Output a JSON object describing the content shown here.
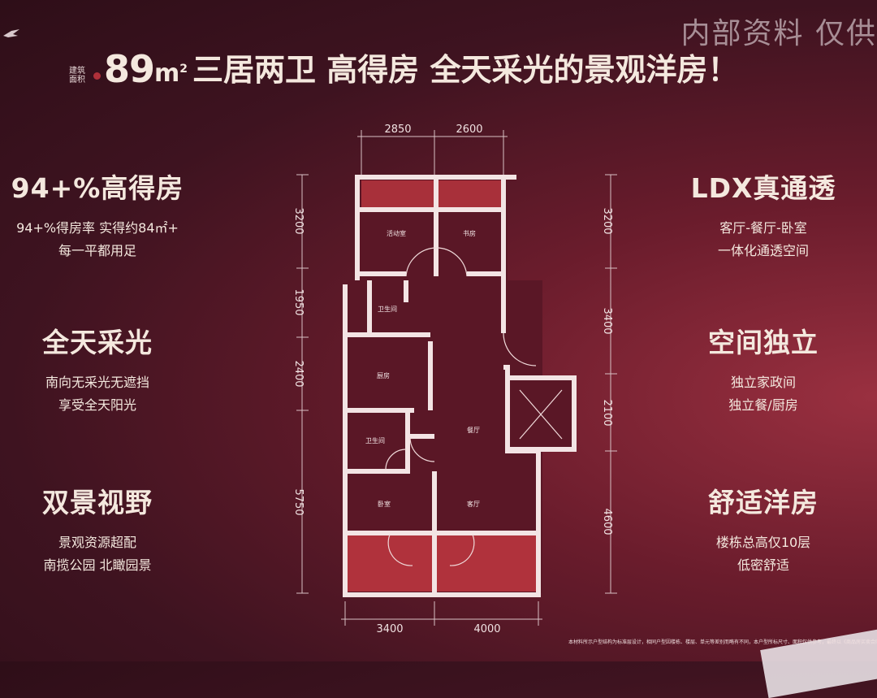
{
  "watermark": "内部资料 仅供",
  "header": {
    "area_tag_line1": "建筑",
    "area_tag_line2": "面积",
    "area_number": "89",
    "area_unit": "m",
    "area_unit_sup": "2",
    "headline": "三居两卫  高得房  全天采光的景观洋房！"
  },
  "left_features": [
    {
      "title": "94+%高得房",
      "lines": [
        "94+%得房率  实得约84㎡+",
        "每一平都用足"
      ]
    },
    {
      "title": "全天采光",
      "lines": [
        "南向无采光无遮挡",
        "享受全天阳光"
      ]
    },
    {
      "title": "双景视野",
      "lines": [
        "景观资源超配",
        "南揽公园  北瞰园景"
      ]
    }
  ],
  "right_features": [
    {
      "title": "LDX真通透",
      "lines": [
        "客厅-餐厅-卧室",
        "一体化通透空间"
      ]
    },
    {
      "title": "空间独立",
      "lines": [
        "独立家政间",
        "独立餐/厨房"
      ]
    },
    {
      "title": "舒适洋房",
      "lines": [
        "楼栋总高仅10层",
        "低密舒适"
      ]
    }
  ],
  "floor_plan": {
    "rooms": {
      "activity_room": "活动室",
      "study": "书房",
      "bathroom_1": "卫生间",
      "kitchen": "厨房",
      "bathroom_2": "卫生间",
      "dining_room": "餐厅",
      "bedroom": "卧室",
      "living_room": "客厅"
    },
    "dimensions_top": [
      "2850",
      "2600"
    ],
    "dimensions_left": [
      "3200",
      "1950",
      "2400",
      "5750"
    ],
    "dimensions_right": [
      "3200",
      "3400",
      "2100",
      "4600"
    ],
    "dimensions_bottom": [
      "3400",
      "4000"
    ]
  },
  "disclaimer": "本材料所示户型结构为标准层设计，相同户型因楼栋、楼层、单元等差别而略有不同，本户型所标尺寸、面积仅供参考，最终以《商品房买卖合同》",
  "colors": {
    "background": "#3e1320",
    "balcony": "#a8303a",
    "wall": "#f3e4e4",
    "text": "#f4e8de"
  }
}
